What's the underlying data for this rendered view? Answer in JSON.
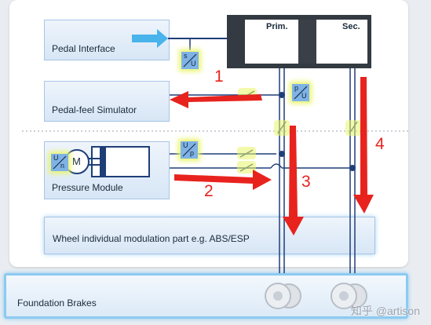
{
  "components": {
    "pedal_interface": "Pedal Interface",
    "pedal_feel_simulator": "Pedal-feel Simulator",
    "pressure_module": "Pressure Module",
    "wheel_modulation": "Wheel individual modulation part e.g. ABS/ESP",
    "foundation_brakes": "Foundation Brakes"
  },
  "master_cylinder": {
    "primary": "Prim.",
    "secondary": "Sec."
  },
  "motor_label": "M",
  "sensors": [
    {
      "top": "s",
      "bottom": "U"
    },
    {
      "top": "p",
      "bottom": "U"
    },
    {
      "top": "U",
      "bottom": "p"
    },
    {
      "top": "U",
      "bottom": "n"
    }
  ],
  "flow_numbers": [
    "1",
    "2",
    "3",
    "4"
  ],
  "watermark": "知乎 @artison",
  "colors": {
    "arrow_red": "#e8231e",
    "line_blue": "#1f3e78",
    "box_fill": "#dce9f7",
    "highlight": "#eaf56a",
    "cylinder_dark": "#333a42"
  }
}
